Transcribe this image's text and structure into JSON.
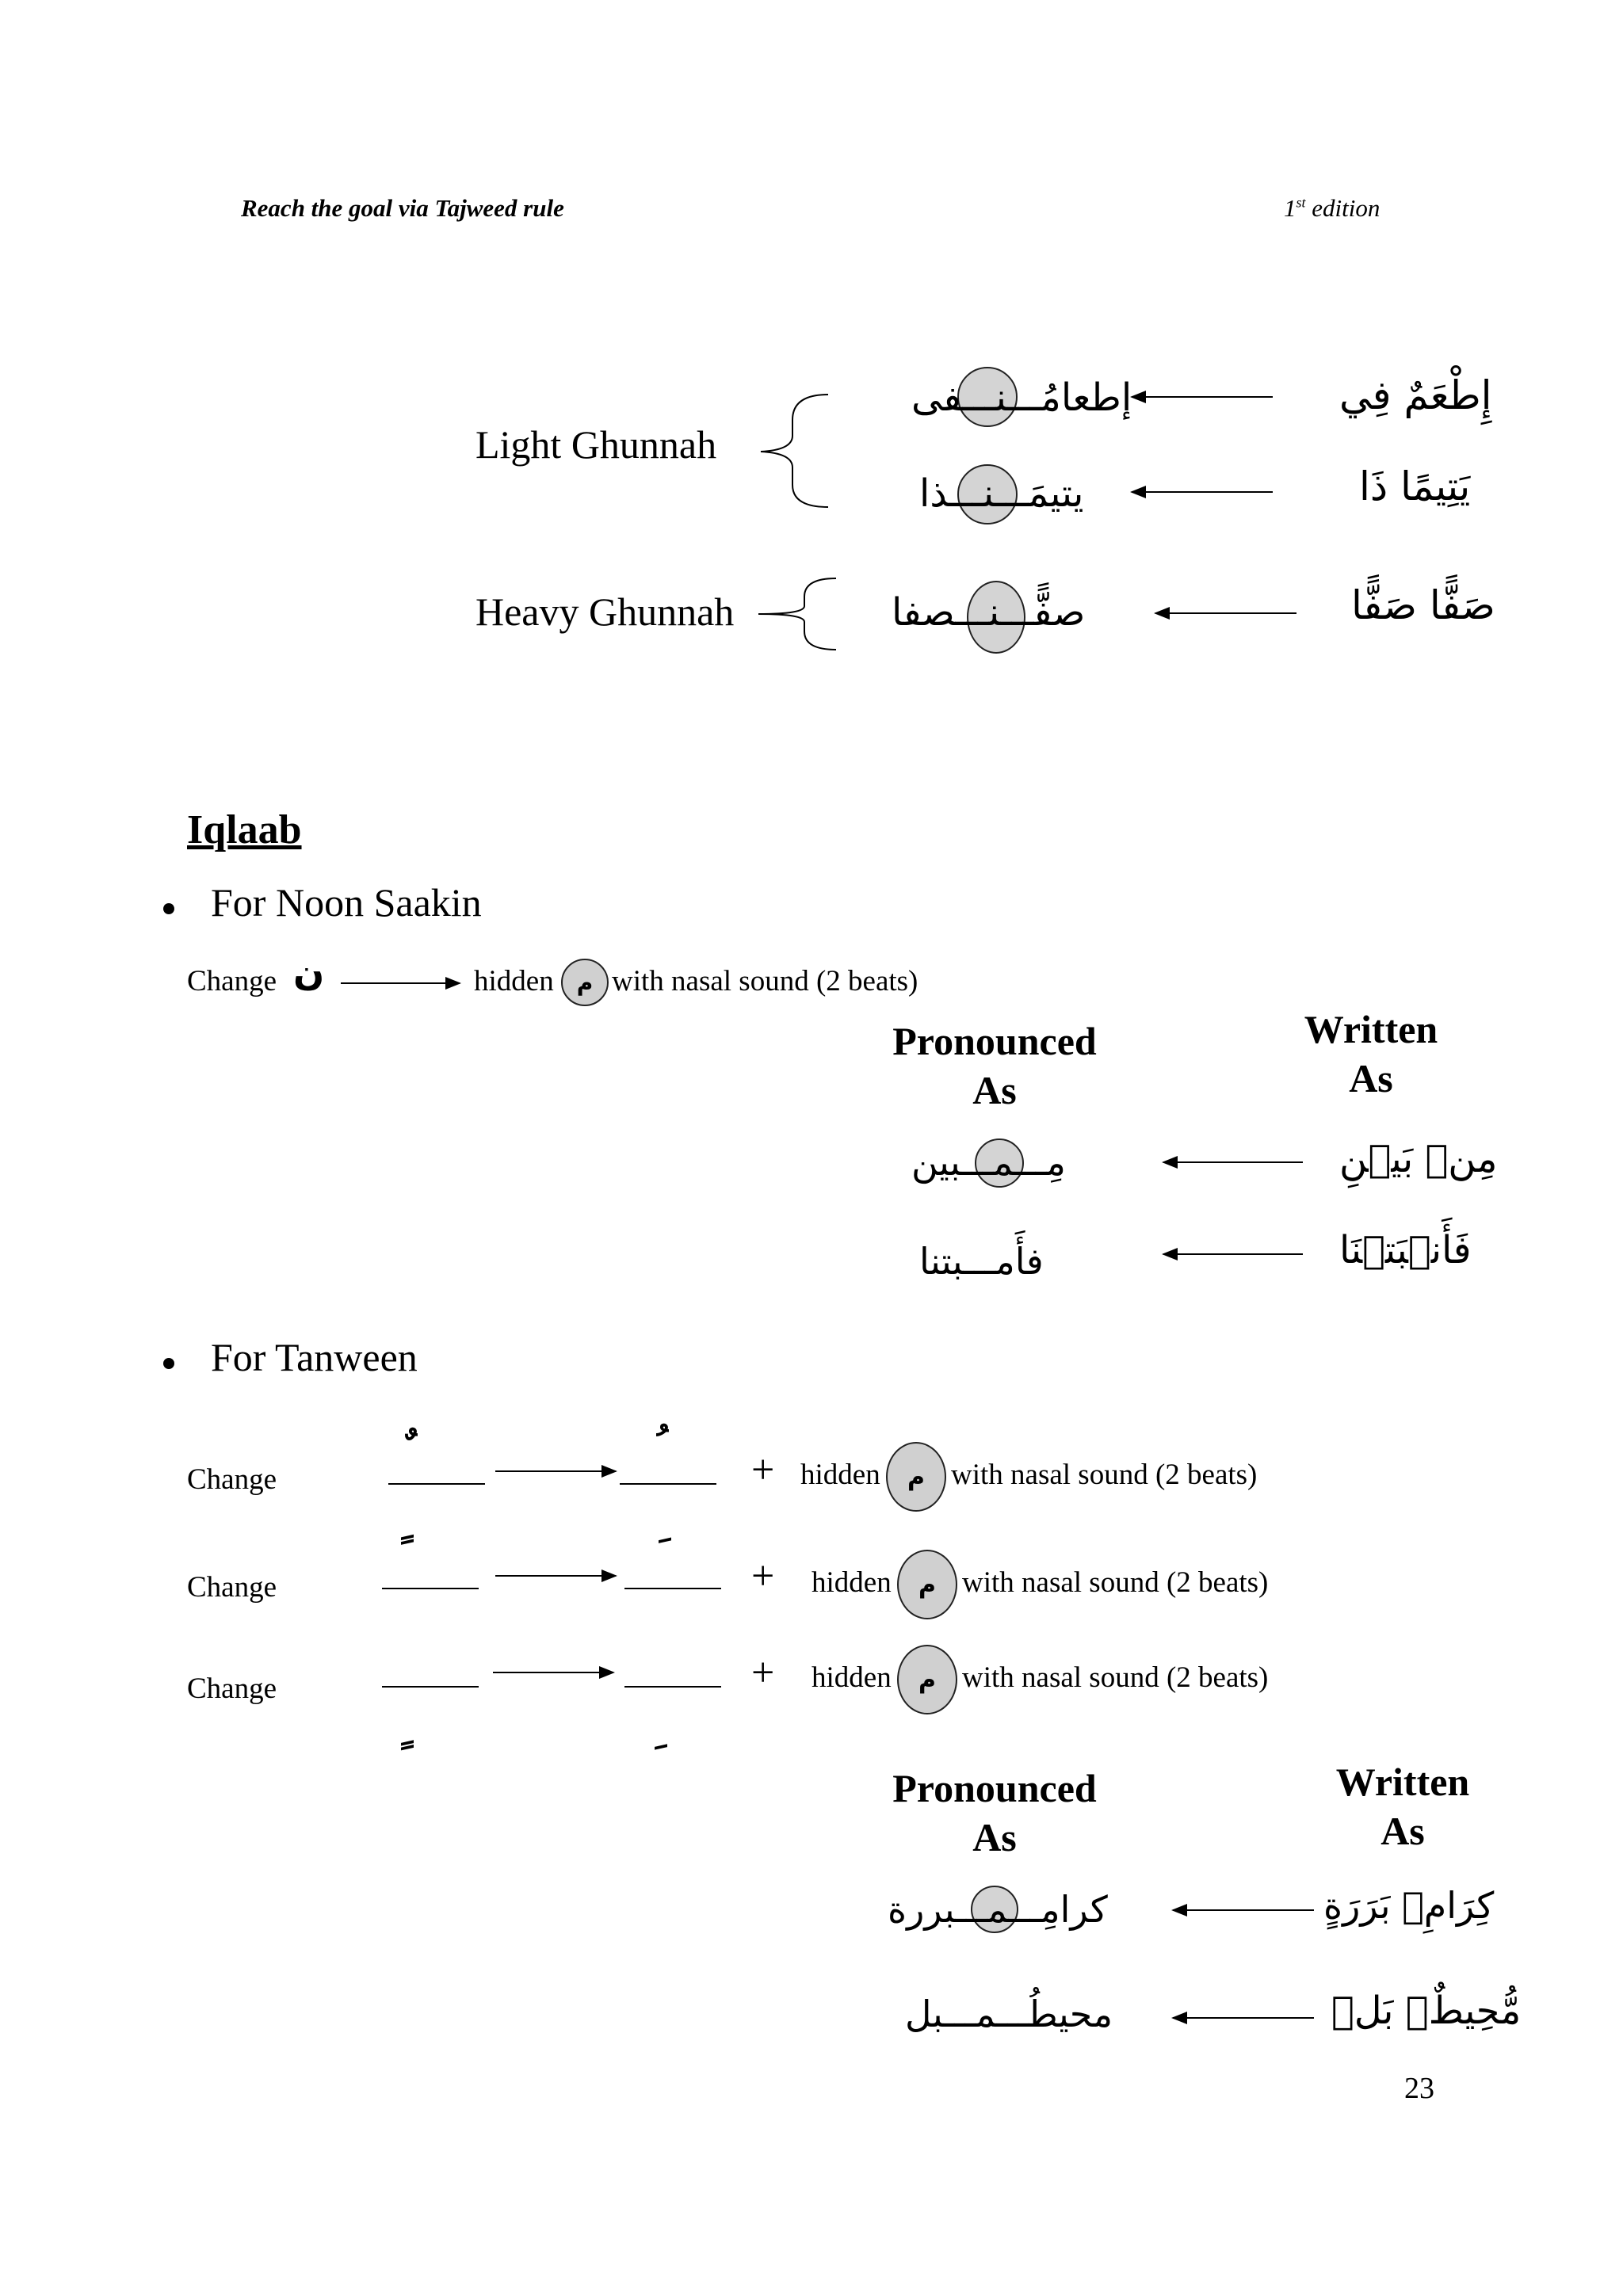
{
  "header": {
    "left": "Reach the goal via Tajweed rule",
    "edition_num": "1",
    "edition_sup": "st",
    "edition_word": " edition"
  },
  "ghunnah": {
    "light_label": "Light Ghunnah",
    "heavy_label": "Heavy Ghunnah",
    "rows": [
      {
        "written": "إِطْعَمٌ فِي",
        "pronounced": "إطعامُـــنـــفى"
      },
      {
        "written": "يَتِيمًا ذَا",
        "pronounced": "يتيمَـــنـــذا"
      },
      {
        "written": "صَفًّا صَفًّا",
        "pronounced": "صفًّـــنـــصفا"
      }
    ]
  },
  "iqlaab": {
    "title": "Iqlaab",
    "noon_heading": "For Noon Saakin",
    "change_word": "Change",
    "noon_letter": "ن",
    "hidden_word": "hidden",
    "mim_letter": "م",
    "nasal_text": "with nasal sound (2 beats)",
    "col_pronounced": [
      "Pronounced",
      "As"
    ],
    "col_written": [
      "Written",
      "As"
    ],
    "noon_examples": [
      {
        "written": "مِنۢ بَيۡنِ",
        "pronounced": "مِـــمـــبين"
      },
      {
        "written": "فَأَنۢبَتۡنَا",
        "pronounced": "فأَمـــبتنا"
      }
    ],
    "tanween_heading": "For Tanween",
    "tanween_rows": [
      {
        "from_mark": "ٌ",
        "to_mark": "ُ",
        "plus": "+"
      },
      {
        "from_mark": "ً",
        "to_mark": "َ",
        "plus": "+"
      },
      {
        "from_mark": "ٍ",
        "to_mark": "ِ",
        "plus": "+"
      }
    ],
    "tanween_examples": [
      {
        "written": "كِرَامِۭ بَرَرَةٍ",
        "pronounced": "كرامِـــمـــبررة"
      },
      {
        "written": "مُّحِيطٌۢ بَلۡ",
        "pronounced": "محيطُـــمـــبل"
      }
    ]
  },
  "page_number": "23"
}
